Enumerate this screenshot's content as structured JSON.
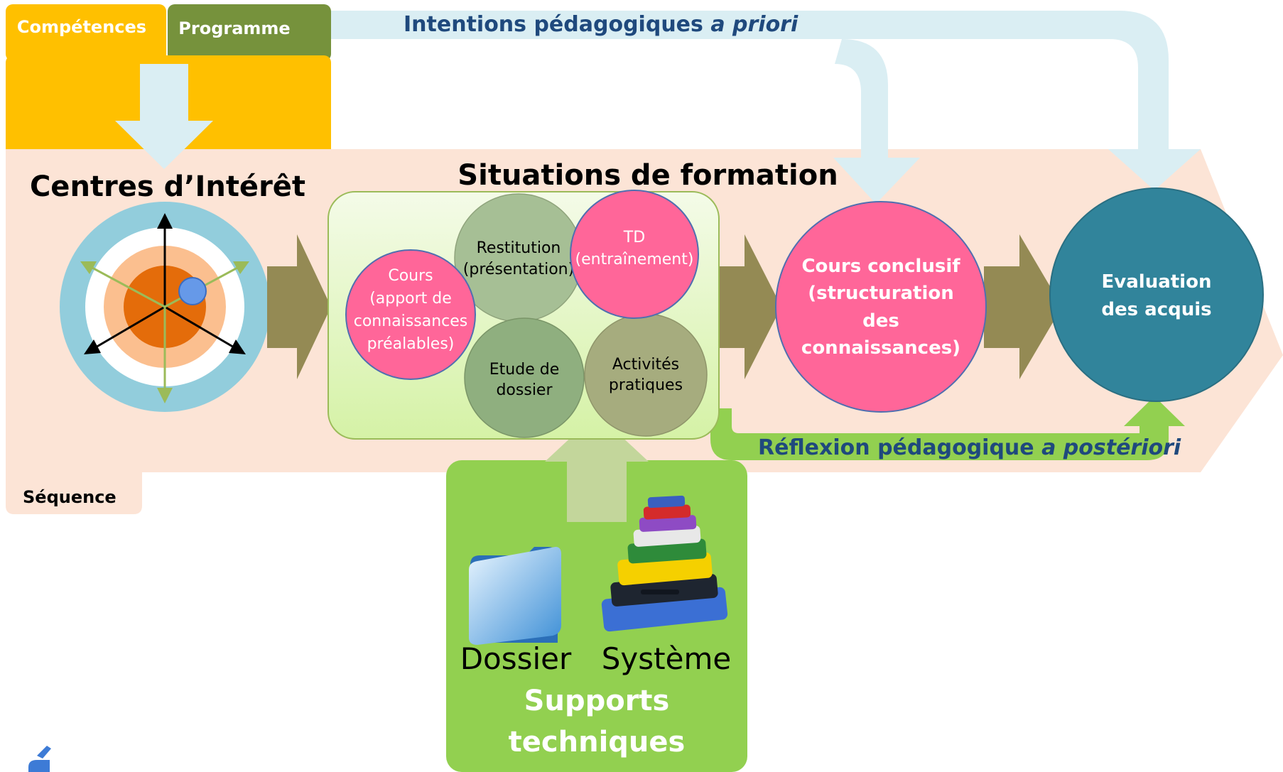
{
  "tabs": {
    "competences": "Compétences",
    "programme": "Programme"
  },
  "intentions": {
    "main": "Intentions pédagogiques ",
    "italic": "a priori"
  },
  "reflexion": {
    "main": "Réflexion pédagogique ",
    "italic": "a postériori"
  },
  "sequence_label": "Séquence",
  "centres_title": "Centres d’Intérêt",
  "situations_title": "Situations de formation",
  "circles": {
    "cours": [
      "Cours",
      "(apport de",
      "connaissances",
      "préalables)"
    ],
    "restitution": [
      "Restitution",
      "(présentation)"
    ],
    "td": [
      "TD",
      "(entraînement)"
    ],
    "etude": [
      "Etude de",
      "dossier"
    ],
    "activites": [
      "Activités",
      "pratiques"
    ],
    "conclusif": [
      "Cours conclusif",
      "(structuration",
      "des",
      "connaissances)"
    ],
    "evaluation": [
      "Evaluation",
      "des acquis"
    ]
  },
  "supports": {
    "dossier": "Dossier",
    "systeme": "Système",
    "title": [
      "Supports",
      "techniques"
    ]
  },
  "colors": {
    "yellow": "#FFC000",
    "olive_green": "#76923C",
    "peach": "#FCE4D6",
    "light_blue_arrow": "#DAEEF3",
    "pink": "#FF6699",
    "teal": "#31849B",
    "khaki_arrow": "#948A54",
    "green": "#92D050",
    "title_blue": "#1F497D"
  }
}
